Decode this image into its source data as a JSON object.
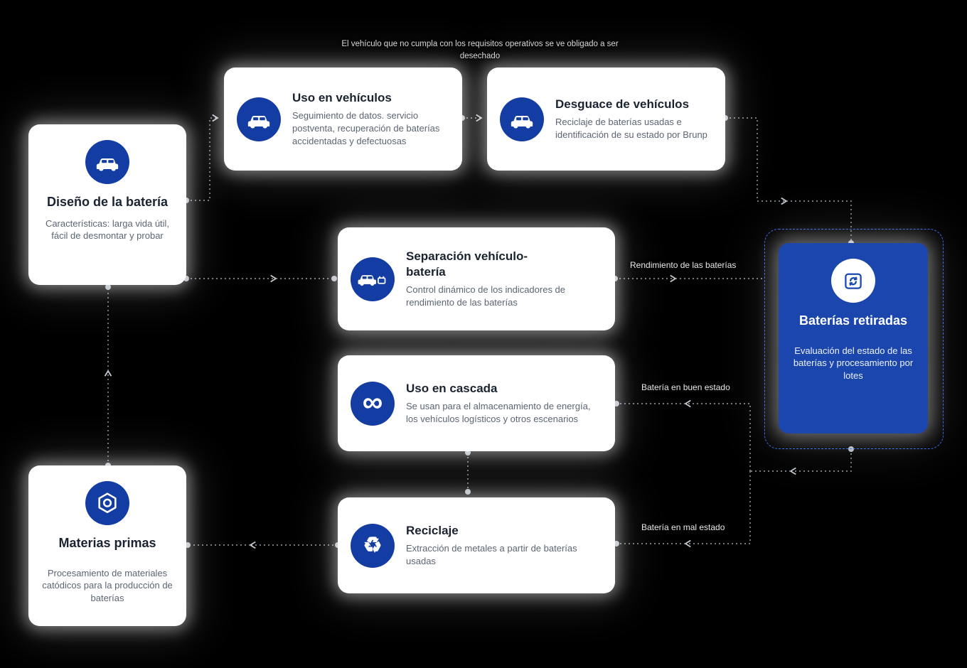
{
  "colors": {
    "background": "#000000",
    "accent_blue": "#143da4",
    "card_blue": "#1a46ae",
    "dashed_border_blue": "#2f63e6",
    "card_bg": "#ffffff",
    "title_text": "#1b2330",
    "body_text": "#5c6573",
    "edge_line": "#9ba1aa"
  },
  "caption": {
    "text": "El vehículo que no cumpla con los requisitos operativos se ve obligado a ser desechado"
  },
  "nodes": {
    "diseno": {
      "title": "Diseño de la batería",
      "body": "Características: larga vida útil, fácil de desmontar y probar",
      "icon": "car-icon"
    },
    "uso_vehiculos": {
      "title": "Uso en vehículos",
      "body": "Seguimiento de datos. servicio postventa, recuperación de baterías accidentadas y defectuosas",
      "icon": "car-icon"
    },
    "desguace": {
      "title": "Desguace de vehículos",
      "body": "Reciclaje de baterías usadas e identificación de su estado por Brunp",
      "icon": "car-icon"
    },
    "separacion": {
      "title": "Separación vehículo-batería",
      "body": "Control dinámico de los indicadores de rendimiento de las baterías",
      "icon": "car-battery-icon"
    },
    "cascada": {
      "title": "Uso en cascada",
      "body": "Se usan para el almacenamiento de energía, los vehículos logísticos y otros escenarios",
      "icon": "infinity-icon",
      "glyph": "∞"
    },
    "reciclaje": {
      "title": "Reciclaje",
      "body": "Extracción de metales a partir de baterías usadas",
      "icon": "recycle-icon",
      "glyph": "♻"
    },
    "materias": {
      "title": "Materias primas",
      "body": "Procesamiento de materiales catódicos para la producción de baterías",
      "icon": "hexagon-nut-icon"
    },
    "retiradas": {
      "title": "Baterías retiradas",
      "body": "Evaluación del estado de las baterías y procesamiento por lotes",
      "icon": "battery-recycle-box-icon"
    }
  },
  "edge_labels": {
    "rendimiento": "Rendimiento de las baterías",
    "buen_estado": "Batería en buen estado",
    "mal_estado": "Batería en mal estado"
  }
}
